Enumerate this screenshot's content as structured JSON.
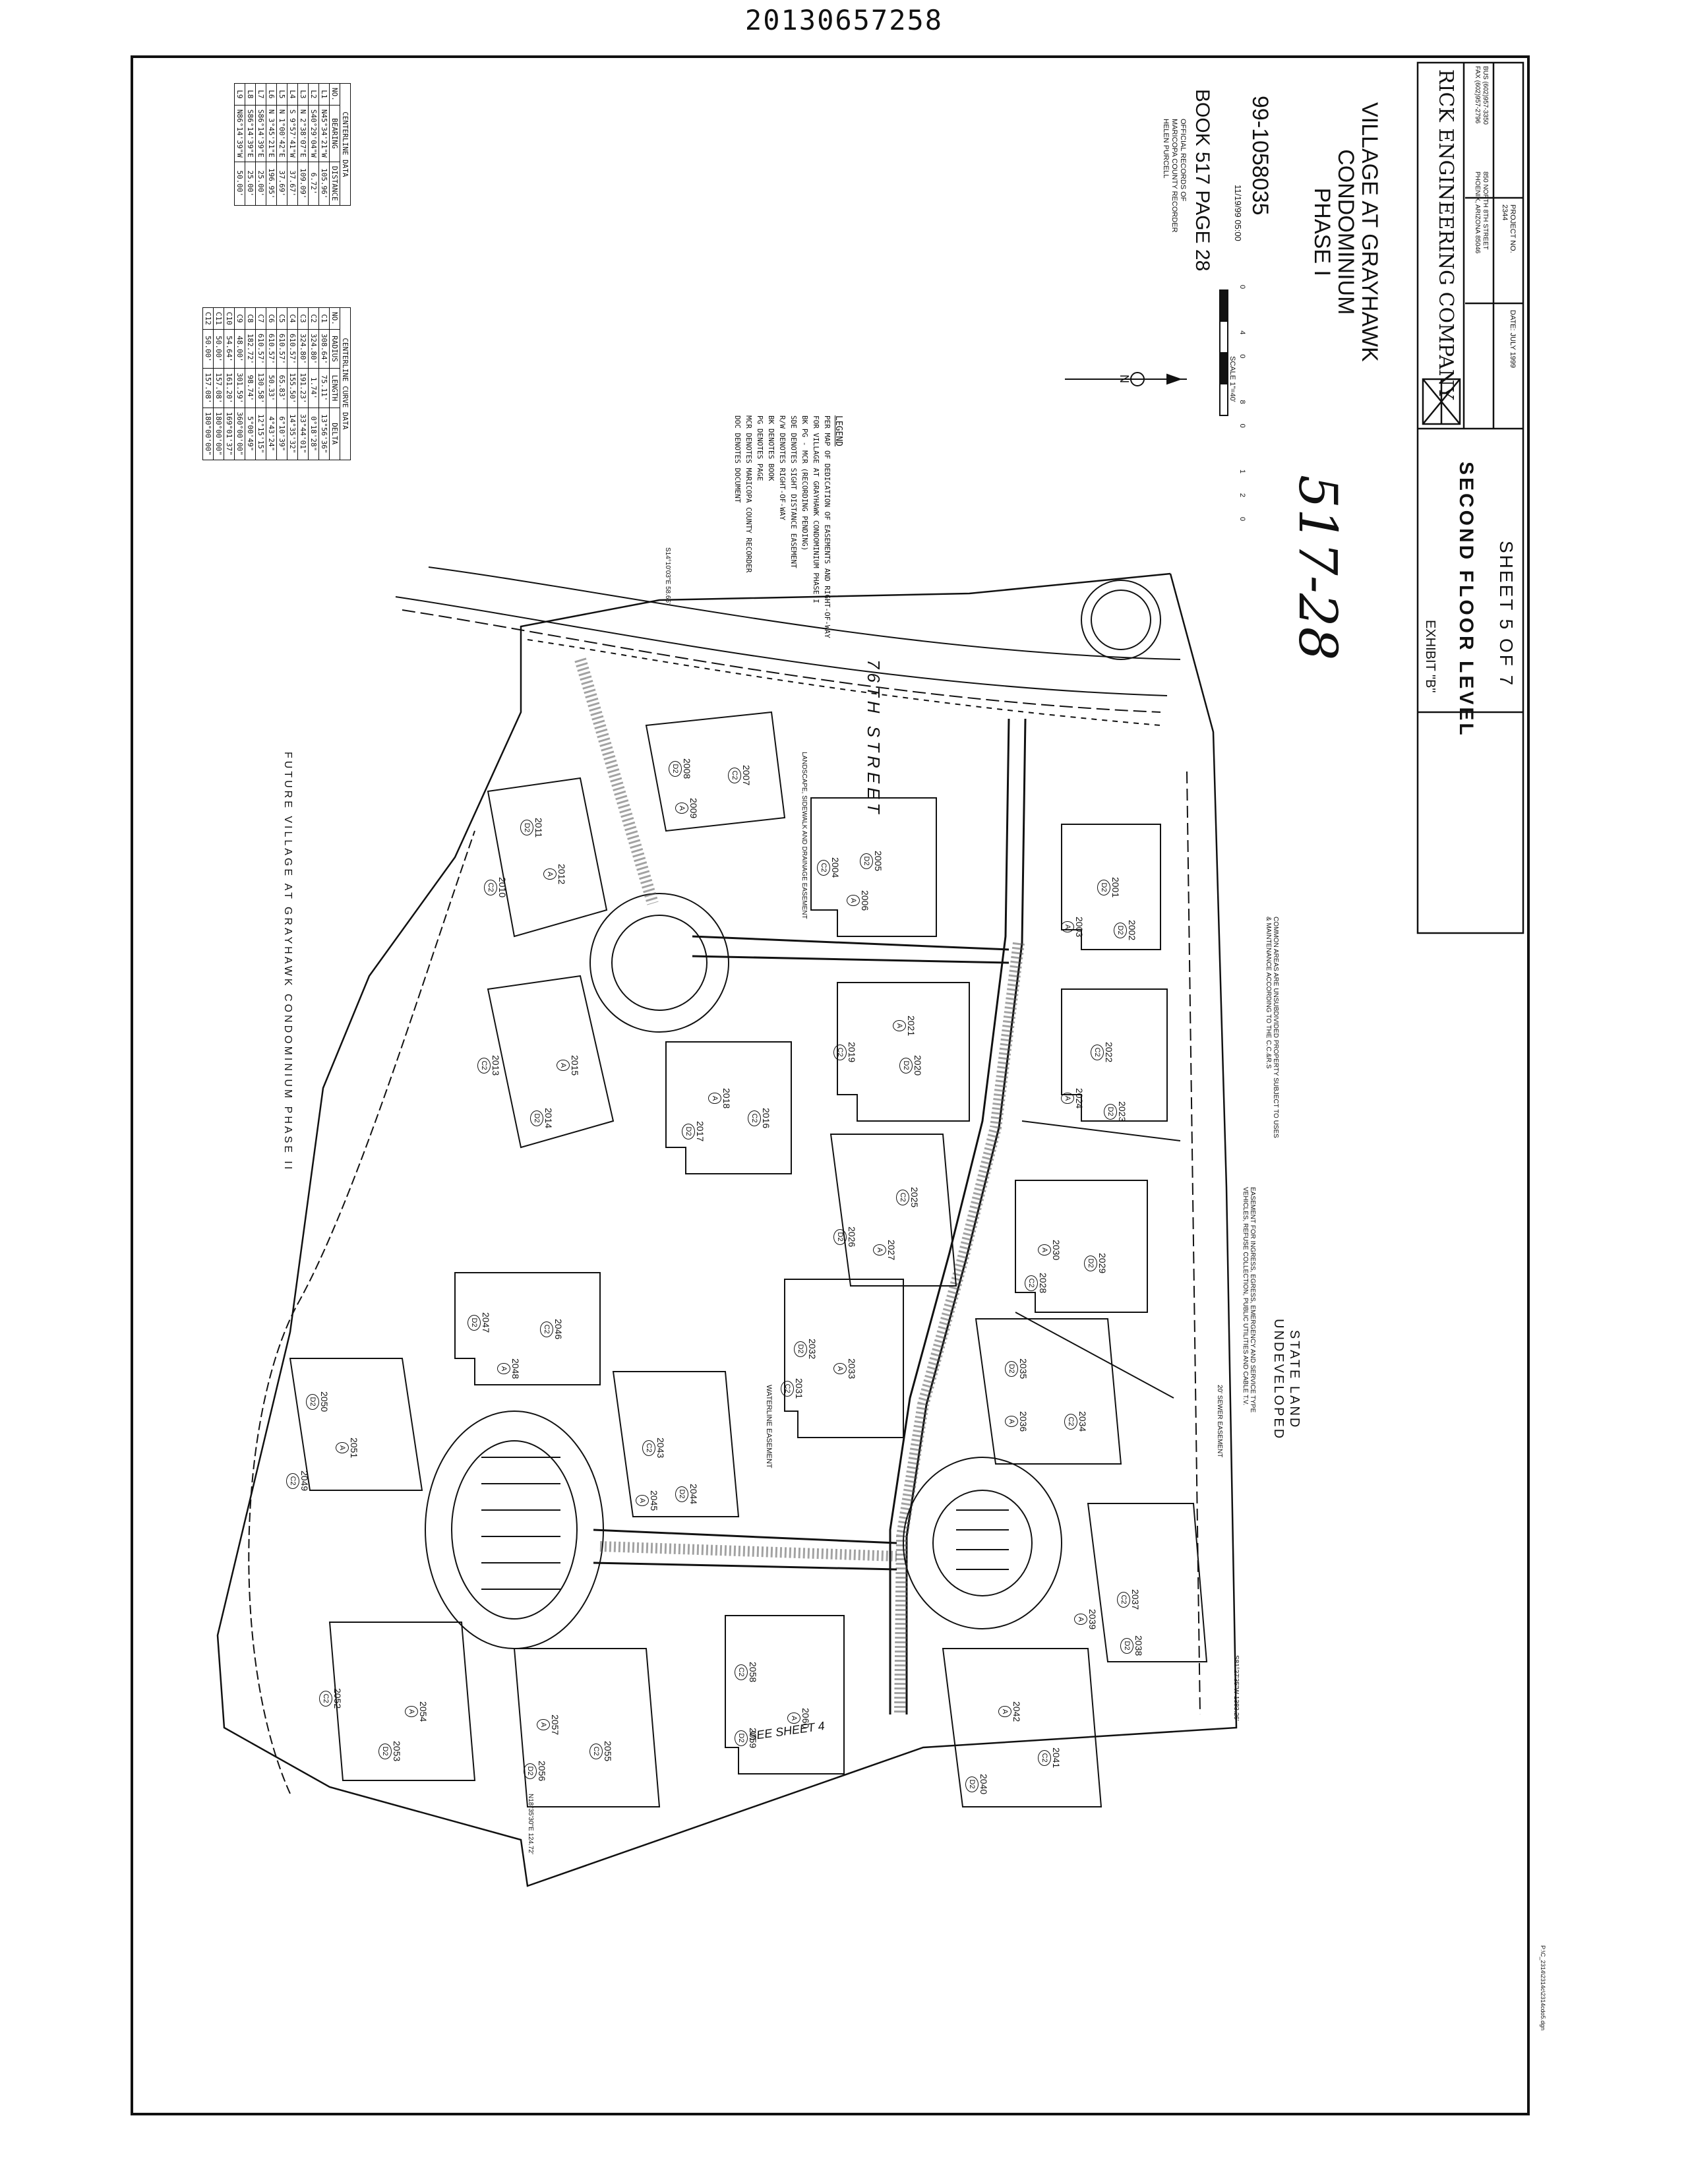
{
  "document_number": "20130657258",
  "title_block": {
    "company": "RICK ENGINEERING COMPANY",
    "company_address_1": "850 NORTH 8TH STREET",
    "company_address_2": "PHOENIX, ARIZONA 85046",
    "bus_phone": "BUS (602)957-3350",
    "fax_phone": "FAX (602)957-2796",
    "project_label": "PROJECT NO.",
    "project_no": "2344",
    "date_label": "DATE:",
    "date": "JULY 1999",
    "exhibit": "EXHIBIT \"B\"",
    "level": "SECOND FLOOR LEVEL",
    "sheet": "SHEET 5 OF 7",
    "project_title_1": "VILLAGE AT GRAYHAWK",
    "project_title_2": "CONDOMINIUM",
    "project_title_3": "PHASE I"
  },
  "recording": {
    "book_page": "BOOK 517 PAGE 28",
    "official_records": "OFFICIAL RECORDS OF",
    "county_recorder": "MARICOPA COUNTY RECORDER",
    "recorder_name": "HELEN PURCELL",
    "instrument": "99-1058035",
    "datetime": "11/19/99  05:00",
    "handwritten": "517-28"
  },
  "scale": {
    "label": "SCALE 1\"=40'",
    "ticks": [
      "0",
      "40",
      "80",
      "120"
    ]
  },
  "north": "N",
  "legend": {
    "title": "LEGEND",
    "items": [
      "PER MAP OF DEDICATION OF EASEMENTS AND RIGHT-OF-WAY",
      "FOR VILLAGE AT GRAYHAWK CONDOMINIUM PHASE I",
      "BK     PG    - MCR (RECORDING PENDING)",
      "SDE   DENOTES SIGHT DISTANCE EASEMENT",
      "R/W   DENOTES RIGHT-OF-WAY",
      "BK    DENOTES BOOK",
      "PG    DENOTES PAGE",
      "MCR   DENOTES MARICOPA COUNTY RECORDER",
      "DOC   DENOTES DOCUMENT"
    ]
  },
  "curve_table": {
    "title": "CENTERLINE CURVE DATA",
    "headers": [
      "NO.",
      "RADIUS",
      "LENGTH",
      "DELTA"
    ],
    "rows": [
      [
        "C1",
        "308.64'",
        "75.11'",
        "13°56'36\""
      ],
      [
        "C2",
        "324.80'",
        "1.74'",
        "0°18'28\""
      ],
      [
        "C3",
        "324.80'",
        "191.23'",
        "33°44'01\""
      ],
      [
        "C4",
        "610.57'",
        "155.50'",
        "14°35'32\""
      ],
      [
        "C5",
        "610.57'",
        "65.83'",
        "6°10'39\""
      ],
      [
        "C6",
        "610.57'",
        "50.33'",
        "4°43'24\""
      ],
      [
        "C7",
        "610.57'",
        "130.58'",
        "12°15'15\""
      ],
      [
        "C8",
        "182.72'",
        "98.74'",
        "5°00'49\""
      ],
      [
        "C9",
        "48.00'",
        "301.59'",
        "360°00'00\""
      ],
      [
        "C10",
        "54.64'",
        "161.20'",
        "169°01'37\""
      ],
      [
        "C11",
        "50.00'",
        "157.08'",
        "180°00'00\""
      ],
      [
        "C12",
        "50.00'",
        "157.08'",
        "180°00'00\""
      ]
    ]
  },
  "line_table": {
    "title": "CENTERLINE DATA",
    "headers": [
      "NO.",
      "BEARING",
      "DISTANCE"
    ],
    "rows": [
      [
        "L1",
        "N45°34'21\"W",
        "105.96'"
      ],
      [
        "L2",
        "S40°29'04\"W",
        "6.72'"
      ],
      [
        "L3",
        "N 2°38'07\"E",
        "109.09'"
      ],
      [
        "L4",
        "S 9°57'41\"W",
        "37.67'"
      ],
      [
        "L5",
        "N 1°00'42\"E",
        "37.69'"
      ],
      [
        "L6",
        "N 3°45'21\"E",
        "196.95'"
      ],
      [
        "L7",
        "S86°14'39\"E",
        "25.00'"
      ],
      [
        "L8",
        "S86°14'39\"E",
        "25.00'"
      ],
      [
        "L9",
        "N86°14'39\"W",
        "50.00'"
      ]
    ]
  },
  "plan_labels": {
    "future": "FUTURE VILLAGE AT GRAYHAWK CONDOMINIUM PHASE II",
    "street": "76TH STREET",
    "state_land": "STATE LAND",
    "undeveloped": "UNDEVELOPED",
    "see_sheet": "SEE SHEET 4",
    "common_areas": "COMMON AREAS ARE UNSUBDIVIDED PROPERTY SUBJECT TO USES & MAINTENANCE ACCORDING TO THE C.C.&R.S",
    "easement": "EASEMENT FOR INGRESS, EGRESS, EMERGENCY AND SERVICE TYPE VEHICLES, REFUSE COLLECTION, PUBLIC UTILITIES AND CABLE T.V.",
    "sewer": "20' SEWER EASEMENT",
    "waterline": "WATERLINE EASEMENT",
    "landscape": "LANDSCAPE, SIDEWALK AND DRAINAGE EASEMENT",
    "bearing_1": "S14°10'03\"E 58.65'",
    "bearing_2": "S81°27'35\"W 1383.26'",
    "bearing_3": "N18°35'30\"E 124.72'",
    "file_ref": "P:\\C_2314\\2314c\\2314cdo5.dgn"
  },
  "units": [
    {
      "num": "2001",
      "type": "D2"
    },
    {
      "num": "2002",
      "type": "D2"
    },
    {
      "num": "2003",
      "type": "A"
    },
    {
      "num": "2004",
      "type": "C2"
    },
    {
      "num": "2005",
      "type": "D2"
    },
    {
      "num": "2006",
      "type": "A"
    },
    {
      "num": "2007",
      "type": "C2"
    },
    {
      "num": "2008",
      "type": "D2"
    },
    {
      "num": "2009",
      "type": "A"
    },
    {
      "num": "2010",
      "type": "C2"
    },
    {
      "num": "2011",
      "type": "D2"
    },
    {
      "num": "2012",
      "type": "A"
    },
    {
      "num": "2013",
      "type": "C2"
    },
    {
      "num": "2014",
      "type": "D2"
    },
    {
      "num": "2015",
      "type": "A"
    },
    {
      "num": "2016",
      "type": "C2"
    },
    {
      "num": "2017",
      "type": "D2"
    },
    {
      "num": "2018",
      "type": "A"
    },
    {
      "num": "2019",
      "type": "C2"
    },
    {
      "num": "2020",
      "type": "D2"
    },
    {
      "num": "2021",
      "type": "A"
    },
    {
      "num": "2022",
      "type": "C2"
    },
    {
      "num": "2023",
      "type": "D2"
    },
    {
      "num": "2024",
      "type": "A"
    },
    {
      "num": "2025",
      "type": "C2"
    },
    {
      "num": "2026",
      "type": "D2"
    },
    {
      "num": "2027",
      "type": "A"
    },
    {
      "num": "2028",
      "type": "C2"
    },
    {
      "num": "2029",
      "type": "D2"
    },
    {
      "num": "2030",
      "type": "A"
    },
    {
      "num": "2031",
      "type": "C2"
    },
    {
      "num": "2032",
      "type": "D2"
    },
    {
      "num": "2033",
      "type": "A"
    },
    {
      "num": "2034",
      "type": "C2"
    },
    {
      "num": "2035",
      "type": "D2"
    },
    {
      "num": "2036",
      "type": "A"
    },
    {
      "num": "2037",
      "type": "C2"
    },
    {
      "num": "2038",
      "type": "D2"
    },
    {
      "num": "2039",
      "type": "A"
    },
    {
      "num": "2040",
      "type": "D2"
    },
    {
      "num": "2041",
      "type": "C2"
    },
    {
      "num": "2042",
      "type": "A"
    },
    {
      "num": "2043",
      "type": "C2"
    },
    {
      "num": "2044",
      "type": "D2"
    },
    {
      "num": "2045",
      "type": "A"
    },
    {
      "num": "2046",
      "type": "C2"
    },
    {
      "num": "2047",
      "type": "D2"
    },
    {
      "num": "2048",
      "type": "A"
    },
    {
      "num": "2049",
      "type": "C2"
    },
    {
      "num": "2050",
      "type": "D2"
    },
    {
      "num": "2051",
      "type": "A"
    },
    {
      "num": "2052",
      "type": "C2"
    },
    {
      "num": "2053",
      "type": "D2"
    },
    {
      "num": "2054",
      "type": "A"
    },
    {
      "num": "2055",
      "type": "C2"
    },
    {
      "num": "2056",
      "type": "D2"
    },
    {
      "num": "2057",
      "type": "A"
    },
    {
      "num": "2058",
      "type": "C2"
    },
    {
      "num": "2059",
      "type": "D2"
    },
    {
      "num": "2060",
      "type": "A"
    }
  ]
}
